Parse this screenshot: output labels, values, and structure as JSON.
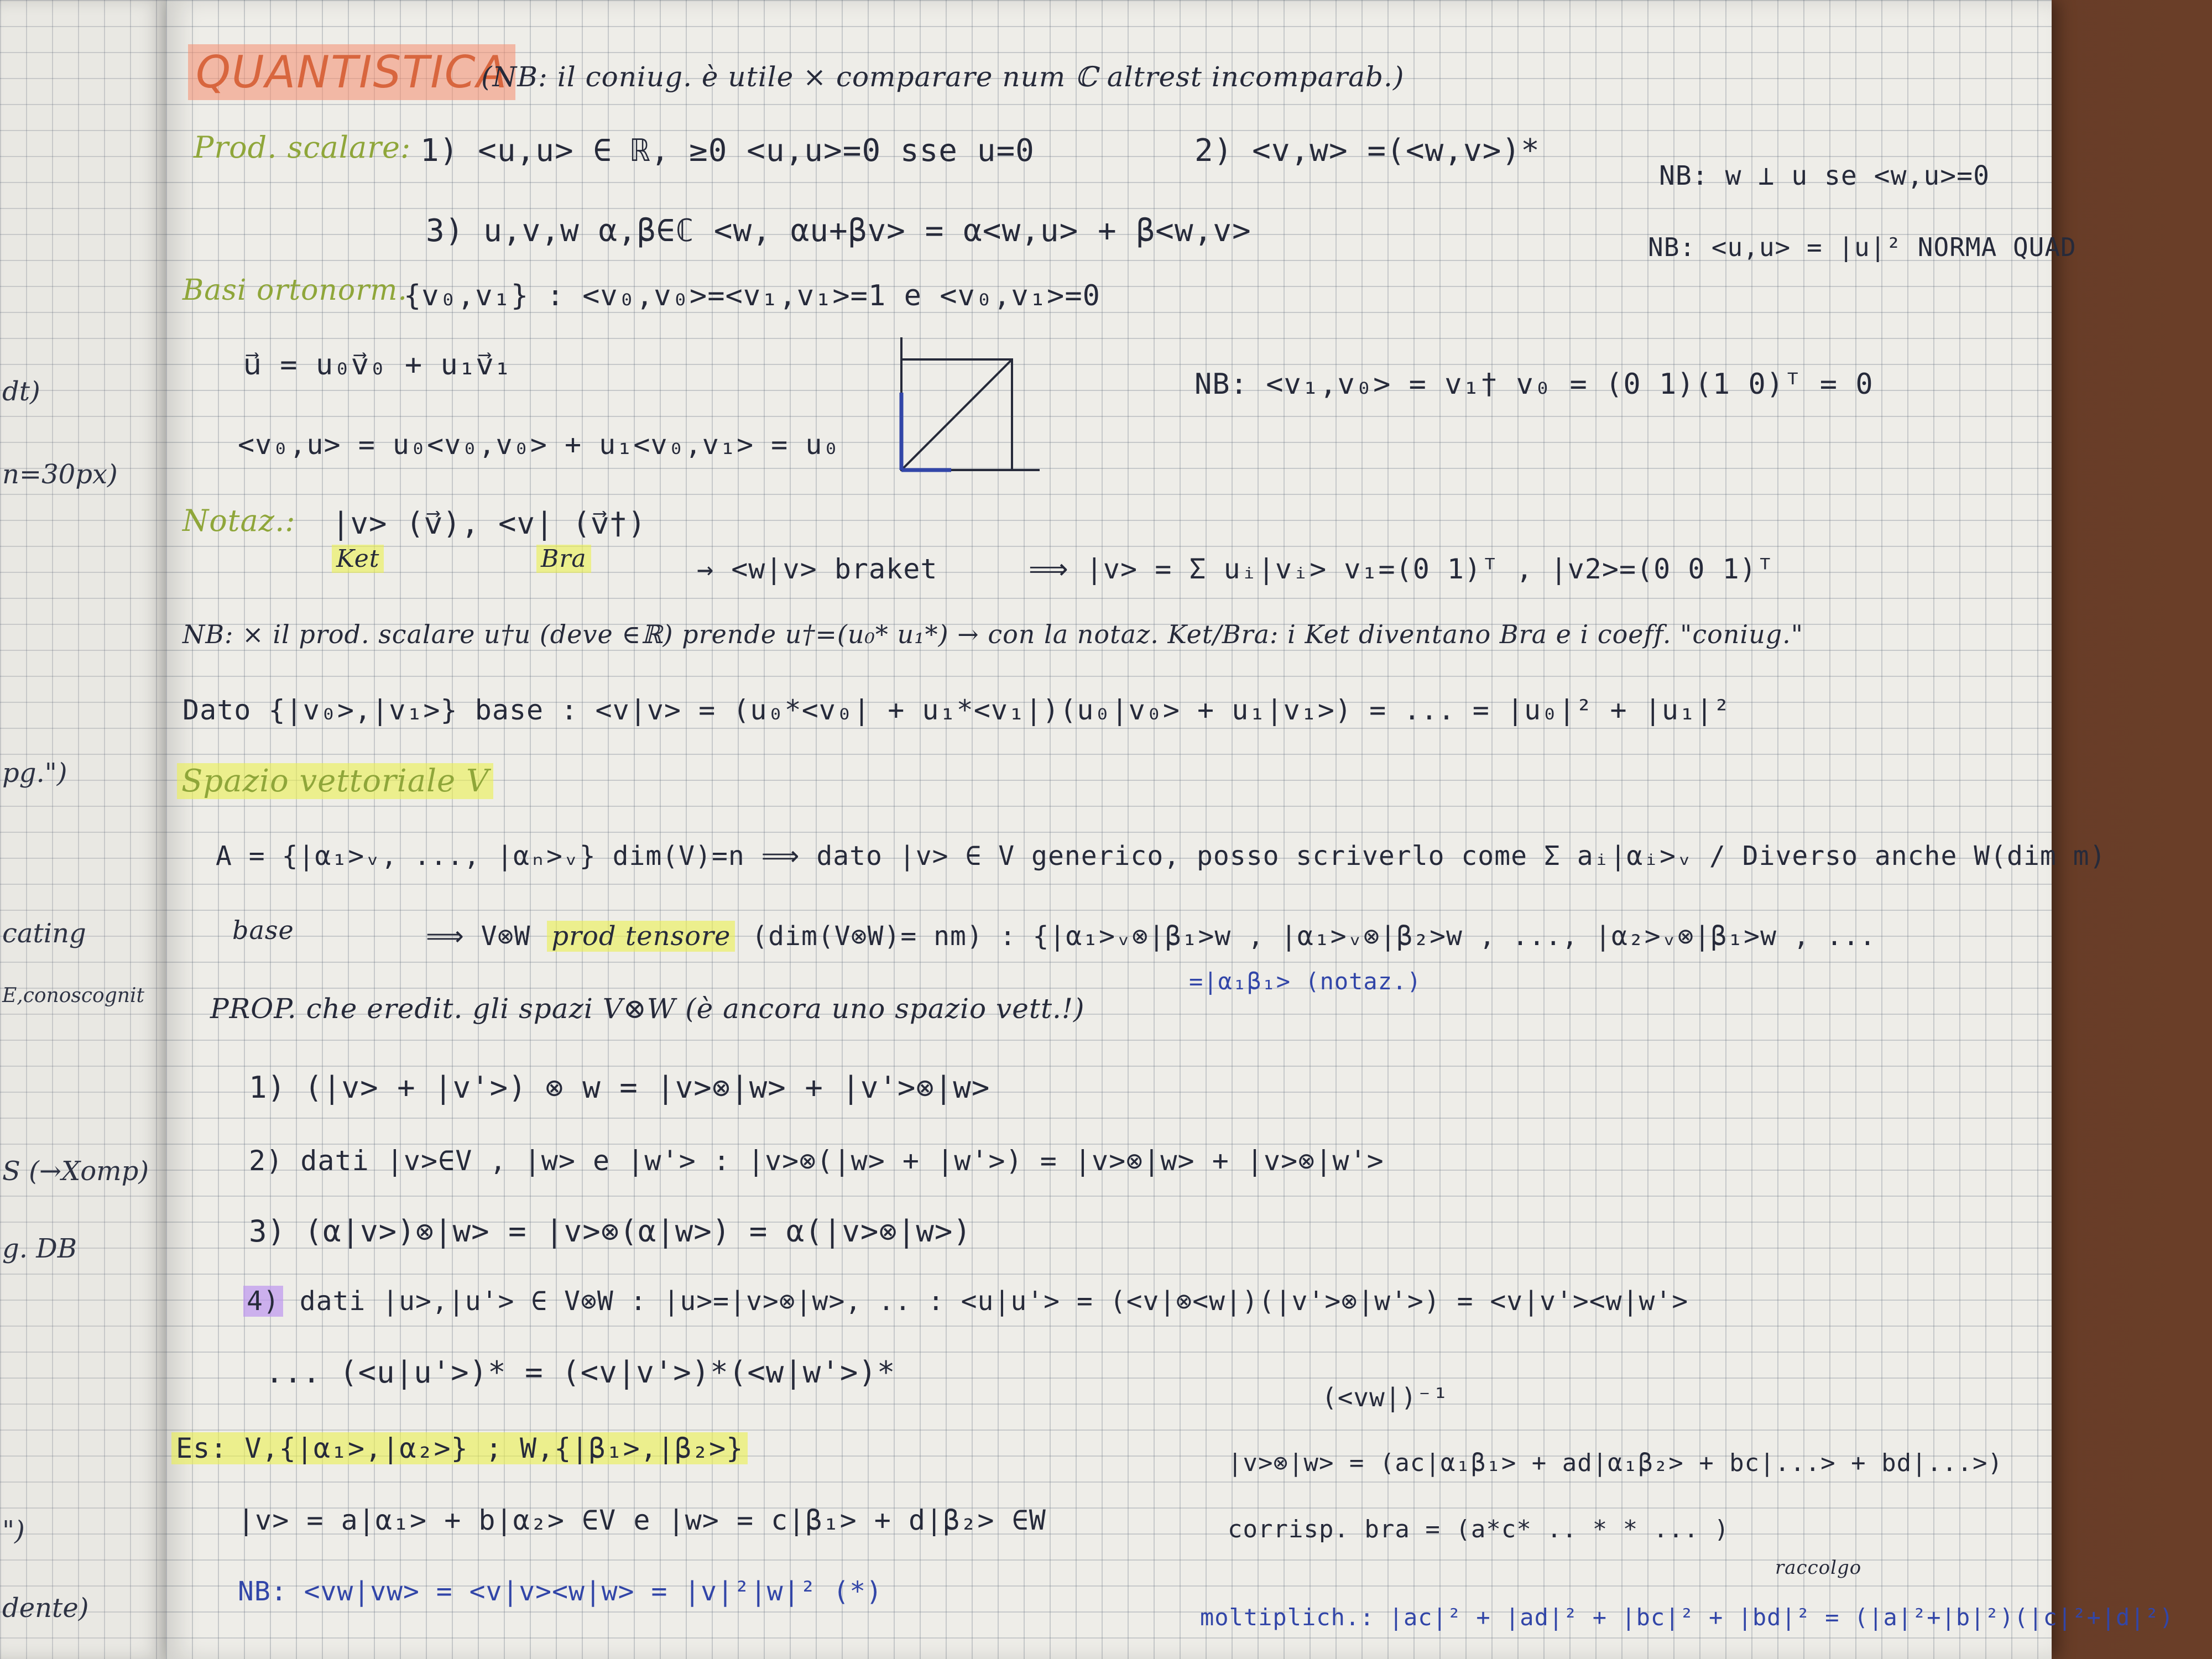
{
  "left_fragments": [
    {
      "text": "dt)",
      "top": 0
    },
    {
      "text": "n=30px)",
      "top": 0
    },
    {
      "text": "pg.\")",
      "top": 0
    },
    {
      "text": "cating",
      "top": 0
    },
    {
      "text": "E,conoscognit",
      "top": 0
    },
    {
      "text": "S (→Xomp)",
      "top": 0
    },
    {
      "text": "g. DB",
      "top": 0
    },
    {
      "text": "\")",
      "top": 0
    },
    {
      "text": "dente)",
      "top": 0
    }
  ],
  "header": {
    "title": "QUANTISTICA",
    "subtitle": "(NB: il coniug. è utile × comparare num ℂ altrest incomparab.)"
  },
  "lines": {
    "prod_label": "Prod. scalare:",
    "prod1": "1) <u,u> ∈ ℝ, ≥0   <u,u>=0 sse u=0",
    "prod2": "2) <v,w> =(<w,v>)*",
    "prod3": "3) u,v,w  α,β∈ℂ   <w, αu+βv> = α<w,u> + β<w,v>",
    "nb_perp": "NB: w ⊥ u se <w,u>=0",
    "nb_norm": "NB: <u,u> = |u|²  NORMA QUAD",
    "basi_label": "Basi ortonorm.",
    "basi": "{v₀,v₁} : <v₀,v₀>=<v₁,v₁>=1  e  <v₀,v₁>=0",
    "vec_u": "u⃗ = u₀v⃗₀ + u₁v⃗₁",
    "proj": "<v₀,u> = u₀<v₀,v₀> + u₁<v₀,v₁> = u₀",
    "nb_v1v0": "NB: <v₁,v₀> = v₁† v₀ = (0 1)(1 0)ᵀ = 0",
    "notaz_label": "Notaz.:",
    "notaz": "|v> (v⃗),  <v| (v⃗†)",
    "ket": "Ket",
    "bra": "Bra",
    "braket": "→ <w|v> braket",
    "sum": "⟹ |v> = Σ uᵢ|vᵢ>   v₁=(0 1)ᵀ , |v2>=(0 0 1)ᵀ",
    "nb_prod": "NB: × il prod. scalare u†u (deve ∈ℝ) prende u†=(u₀* u₁*) → con la notaz. Ket/Bra: i Ket diventano Bra e i coeff. \"coniug.\"",
    "dato": "Dato {|v₀>,|v₁>} base : <v|v> = (u₀*<v₀| + u₁*<v₁|)(u₀|v₀> + u₁|v₁>) = ... = |u₀|² + |u₁|²",
    "spazio": "Spazio vettoriale V",
    "base_a": "A = {|α₁>ᵥ, ..., |αₙ>ᵥ}  dim(V)=n ⟹ dato |v> ∈ V generico, posso scriverlo come Σ aᵢ|αᵢ>ᵥ / Diverso anche W(dim m)",
    "base_word": "base",
    "tensore_pre": "⟹ V⊗W",
    "tensore_hl": "prod tensore",
    "tensore_post": "(dim(V⊗W)= nm) : {|α₁>ᵥ⊗|β₁>w , |α₁>ᵥ⊗|β₂>w , ..., |α₂>ᵥ⊗|β₁>w , ...",
    "notaz_tens": "=|α₁β₁> (notaz.)",
    "prop": "PROP. che eredit. gli spazi V⊗W (è ancora uno spazio vett.!)",
    "p1": "1) (|v> + |v'>) ⊗ w = |v>⊗|w> + |v'>⊗|w>",
    "p2": "2) dati |v>∈V , |w> e |w'> :  |v>⊗(|w> + |w'>) = |v>⊗|w> + |v>⊗|w'>",
    "p3": "3) (α|v>)⊗|w> = |v>⊗(α|w>) = α(|v>⊗|w>)",
    "p4_num": "4)",
    "p4": "dati |u>,|u'> ∈ V⊗W : |u>=|v>⊗|w>, ..   : <u|u'> = (<v|⊗<w|)(|v'>⊗|w'>) = <v|v'><w|w'>",
    "p4b": "... (<u|u'>)* = (<v|v'>)*(<w|w'>)*",
    "inv": "(<vw|)⁻¹",
    "es": "Es: V,{|α₁>,|α₂>} ; W,{|β₁>,|β₂>}",
    "es_v": "|v> = a|α₁> + b|α₂> ∈V   e   |w> = c|β₁> + d|β₂> ∈W",
    "es_r1": "|v>⊗|w> = (ac|α₁β₁> + ad|α₁β₂> + bc|...> + bd|...>)",
    "es_r2": "corrisp. bra = (a*c* ..     * *  ... )",
    "nb_final": "NB: <vw|vw> = <v|v><w|w> = |v|²|w|²  (*)",
    "moltiplic": "moltiplich.: |ac|² + |ad|² + |bc|² + |bd|² = (|a|²+|b|²)(|c|²+|d|²)",
    "raccolgo": "raccolgo"
  },
  "colors": {
    "ink": "#262a3a",
    "title_bg": "#f58c6e",
    "green": "#8fa63a",
    "yellow": "#ebf050",
    "purple": "#be96f0",
    "blue": "#3246a8"
  }
}
